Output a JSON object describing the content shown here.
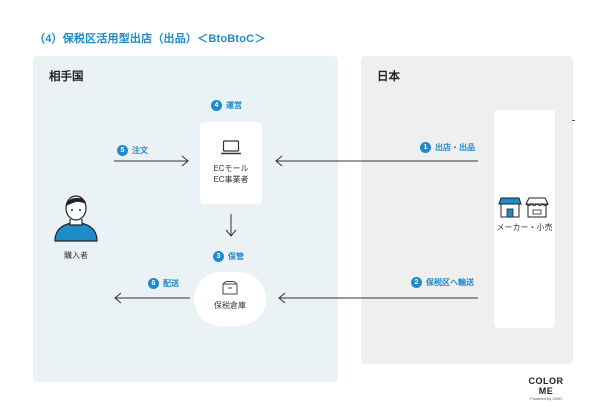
{
  "title": "（4）保税区活用型出店（出品）＜BtoBtoC＞",
  "regions": {
    "abroad": "相手国",
    "japan": "日本"
  },
  "nodes": {
    "ec_line1": "ECモール",
    "ec_line2": "EC事業者",
    "warehouse": "保税倉庫",
    "buyer": "購入者",
    "maker": "メーカー・小売"
  },
  "steps": [
    {
      "num": "1",
      "label": "出店・出品"
    },
    {
      "num": "2",
      "label": "保税区へ輸送"
    },
    {
      "num": "3",
      "label": "保管"
    },
    {
      "num": "4",
      "label": "運営"
    },
    {
      "num": "5",
      "label": "注文"
    },
    {
      "num": "6",
      "label": "配送"
    }
  ],
  "logo": {
    "main": "COLOR ME",
    "sub": "Powered by GMO"
  },
  "colors": {
    "accent": "#1f8bc9",
    "abroad_bg": "#eaf2f6",
    "japan_bg": "#efefef",
    "arrow": "#333333"
  },
  "icons": [
    "laptop-icon",
    "box-icon",
    "person-icon",
    "store-icon",
    "shop-icon"
  ]
}
